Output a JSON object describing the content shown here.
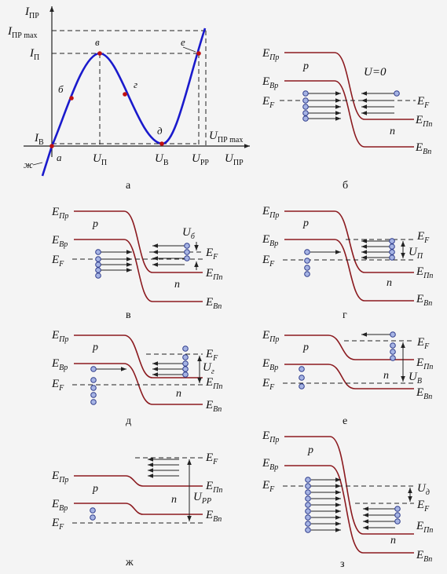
{
  "colors": {
    "curve": "#1a1acc",
    "band": "#8b1a1f",
    "electron_fill": "#a6b4e4",
    "electron_stroke": "#2d3a8a",
    "point": "#c01010",
    "background": "#f4f4f4"
  },
  "graph": {
    "y_axis_label": "I",
    "y_axis_sub": "ПР",
    "x_axis_label": "U",
    "x_axis_sub": "ПР",
    "y_ticks": [
      {
        "main": "I",
        "sub": "ПР max"
      },
      {
        "main": "I",
        "sub": "П"
      },
      {
        "main": "I",
        "sub": "В"
      }
    ],
    "x_ticks": [
      {
        "main": "U",
        "sub": "П"
      },
      {
        "main": "U",
        "sub": "В"
      },
      {
        "main": "U",
        "sub": "РР"
      }
    ],
    "umax_label": {
      "main": "U",
      "sub": "ПР max"
    },
    "points": [
      "а",
      "б",
      "в",
      "г",
      "д",
      "е",
      "ж"
    ],
    "caption": "а"
  },
  "panels": {
    "b": {
      "caption": "б",
      "U_label": "U=0",
      "EF_left": "E",
      "EF_sub": "F",
      "EF_right": "E",
      "Ec_left": "E",
      "Ec_left_sub": "Пр",
      "Ev_left": "E",
      "Ev_left_sub": "Вр",
      "Ec_right": "E",
      "Ec_right_sub": "Пn",
      "Ev_right": "E",
      "Ev_right_sub": "Вn",
      "p": "p",
      "n": "n"
    },
    "v": {
      "caption": "в",
      "U_label": "U",
      "U_sub": "б",
      "EF_left": "E",
      "EF_sub": "F",
      "EF_right": "E",
      "Ec_left": "E",
      "Ec_left_sub": "Пр",
      "Ev_left": "E",
      "Ev_left_sub": "Вр",
      "Ec_right": "E",
      "Ec_right_sub": "Пn",
      "Ev_right": "E",
      "Ev_right_sub": "Вn",
      "p": "p",
      "n": "n"
    },
    "g": {
      "caption": "г",
      "U_label": "U",
      "U_sub": "П",
      "EF_left": "E",
      "EF_sub": "F",
      "EF_right": "E",
      "Ec_left": "E",
      "Ec_left_sub": "Пр",
      "Ev_left": "E",
      "Ev_left_sub": "Вр",
      "Ec_right": "E",
      "Ec_right_sub": "Пn",
      "Ev_right": "E",
      "Ev_right_sub": "Вn",
      "p": "p",
      "n": "n"
    },
    "d": {
      "caption": "д",
      "U_label": "U",
      "U_sub": "г",
      "EF_left": "E",
      "EF_sub": "F",
      "EF_right": "E",
      "Ec_left": "E",
      "Ec_left_sub": "Пр",
      "Ev_left": "E",
      "Ev_left_sub": "Вр",
      "Ec_right": "E",
      "Ec_right_sub": "Пn",
      "Ev_right": "E",
      "Ev_right_sub": "Вn",
      "p": "p",
      "n": "n"
    },
    "e": {
      "caption": "е",
      "U_label": "U",
      "U_sub": "В",
      "EF_left": "E",
      "EF_sub": "F",
      "EF_right": "E",
      "Ec_left": "E",
      "Ec_left_sub": "Пр",
      "Ev_left": "E",
      "Ev_left_sub": "Вр",
      "Ec_right": "E",
      "Ec_right_sub": "Пn",
      "Ev_right": "E",
      "Ev_right_sub": "Вn",
      "p": "p",
      "n": "n"
    },
    "zh": {
      "caption": "ж",
      "U_label": "U",
      "U_sub": "РР",
      "EF_left": "E",
      "EF_sub": "F",
      "EF_right": "E",
      "Ec_left": "E",
      "Ec_left_sub": "Пр",
      "Ev_left": "E",
      "Ev_left_sub": "Вр",
      "Ec_right": "E",
      "Ec_right_sub": "Пn",
      "Ev_right": "E",
      "Ev_right_sub": "Вn",
      "p": "p",
      "n": "n"
    },
    "z": {
      "caption": "з",
      "U_label": "U",
      "U_sub": "д",
      "EF_left": "E",
      "EF_sub": "F",
      "EF_right": "E",
      "Ec_left": "E",
      "Ec_left_sub": "Пр",
      "Ev_left": "E",
      "Ev_left_sub": "Вр",
      "Ec_right": "E",
      "Ec_right_sub": "Пn",
      "Ev_right": "E",
      "Ev_right_sub": "Вn",
      "p": "p",
      "n": "n"
    }
  }
}
